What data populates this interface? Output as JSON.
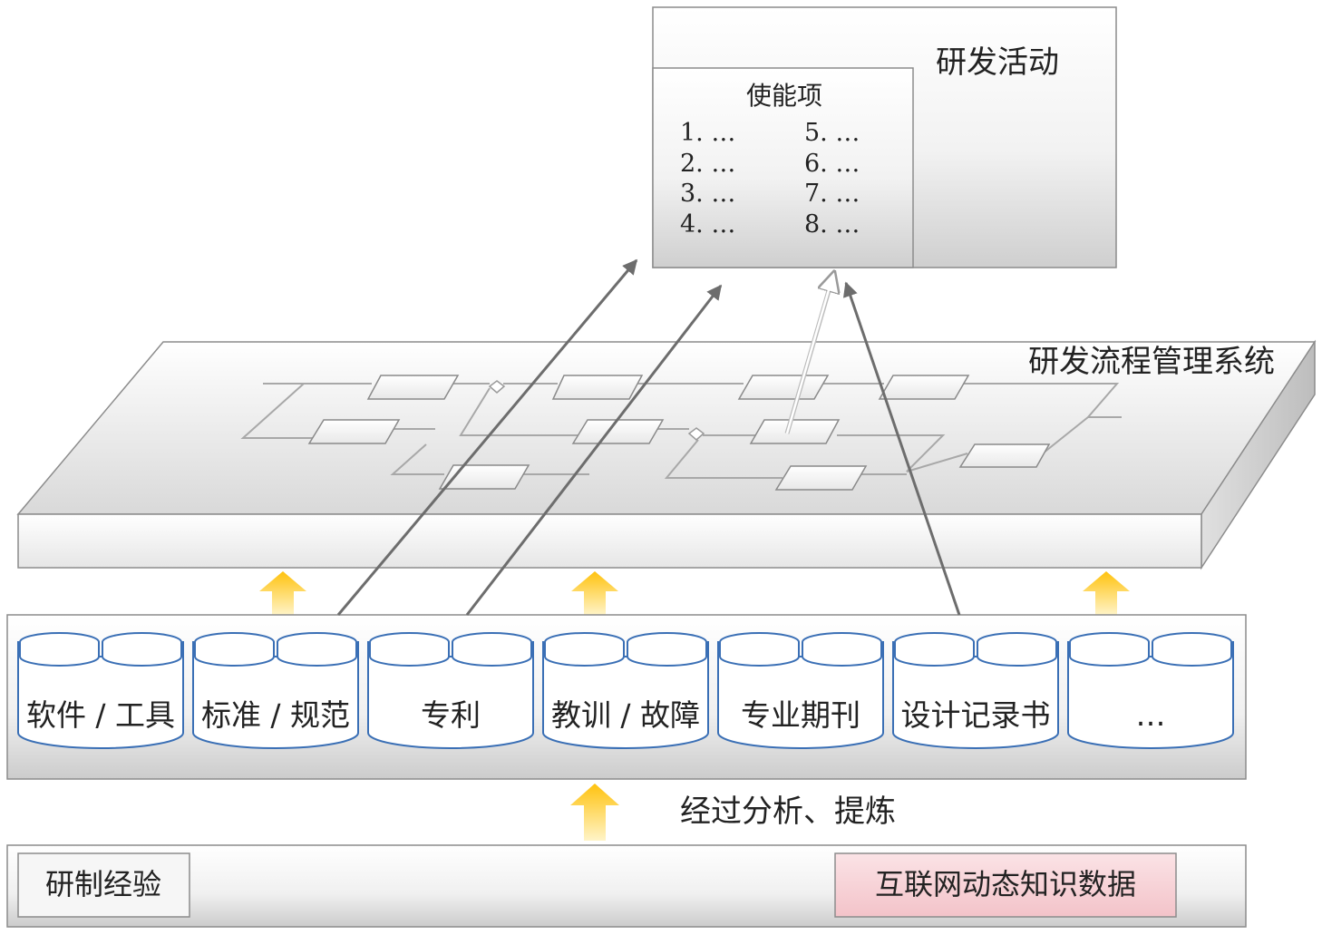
{
  "activity": {
    "title": "研发活动",
    "enabler_title": "使能项",
    "enabler_items": [
      "1. …",
      "2. …",
      "3. …",
      "4. …",
      "5. …",
      "6. …",
      "7. …",
      "8. …"
    ]
  },
  "process_system": {
    "title": "研发流程管理系统"
  },
  "knowledge_bases": [
    {
      "label": "软件 / 工具"
    },
    {
      "label": "标准 / 规范"
    },
    {
      "label": "专利"
    },
    {
      "label": "教训 / 故障"
    },
    {
      "label": "专业期刊"
    },
    {
      "label": "设计记录书"
    },
    {
      "label": "…"
    }
  ],
  "analysis_label": "经过分析、提炼",
  "sources": {
    "left": "研制经验",
    "right": "互联网动态知识数据"
  },
  "colors": {
    "db_stroke": "#3a6fb5",
    "arrow_gold": "#f7b500",
    "arrow_gray": "#6d6d6d",
    "internet_box": "#f6cfd3"
  }
}
